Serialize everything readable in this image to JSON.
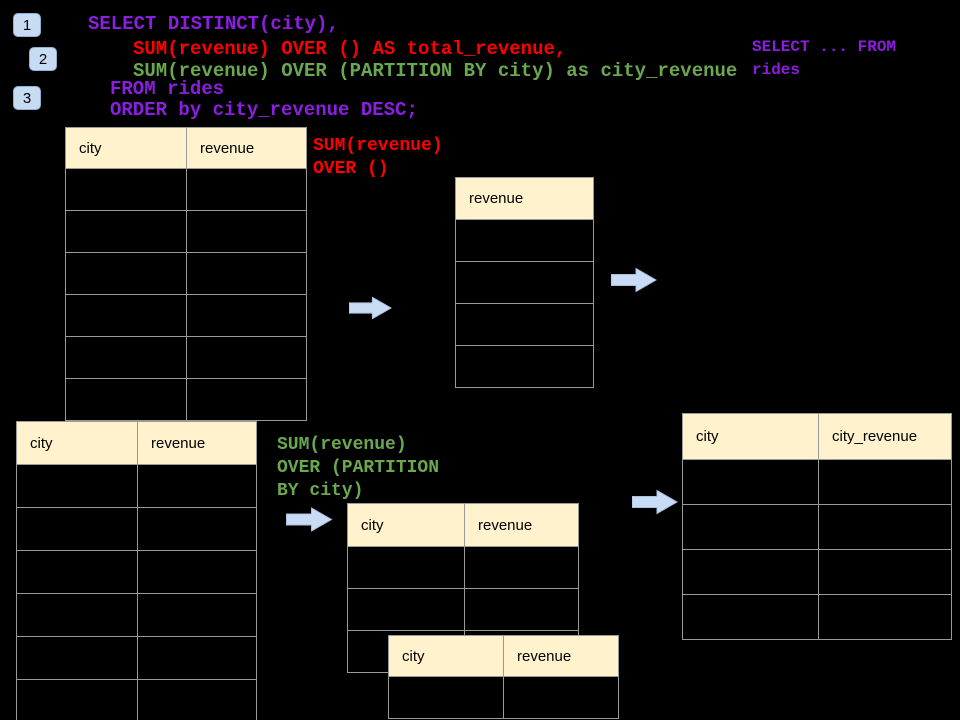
{
  "step_badges": [
    "1",
    "2",
    "3"
  ],
  "sql_code": {
    "line1": "SELECT DISTINCT(city),",
    "line2": "SUM(revenue) OVER () AS total_revenue,",
    "line3": "SUM(revenue) OVER (PARTITION BY city) as city_revenue",
    "line4": "FROM rides",
    "line5": "ORDER by city_revenue DESC;"
  },
  "side_note": {
    "line1": "SELECT ... FROM",
    "line2": "rides"
  },
  "annotation_total": {
    "line1": "SUM(revenue)",
    "line2": "OVER ()"
  },
  "annotation_partition": {
    "line1": "SUM(revenue)",
    "line2": "OVER (PARTITION",
    "line3": "BY city)"
  },
  "tables": {
    "source_top": {
      "headers": [
        "city",
        "revenue"
      ],
      "empty_rows": 6
    },
    "total_result": {
      "headers": [
        "revenue"
      ],
      "empty_rows": 4
    },
    "source_bottom": {
      "headers": [
        "city",
        "revenue"
      ],
      "empty_rows": 6
    },
    "partition_step": {
      "headers": [
        "city",
        "revenue"
      ],
      "empty_rows": 3
    },
    "partition_step_overlay": {
      "headers": [
        "city",
        "revenue"
      ],
      "empty_rows": 1
    },
    "final_result": {
      "headers": [
        "city",
        "city_revenue"
      ],
      "empty_rows": 4
    }
  },
  "colors": {
    "background": "#000000",
    "sql_purple": "#8c1ee0",
    "sql_red": "#fe0000",
    "sql_green": "#6aa84f",
    "table_header_fill": "#fff2cc",
    "table_border": "#9a9a9a",
    "accent_blue": "#c7dbf3"
  }
}
